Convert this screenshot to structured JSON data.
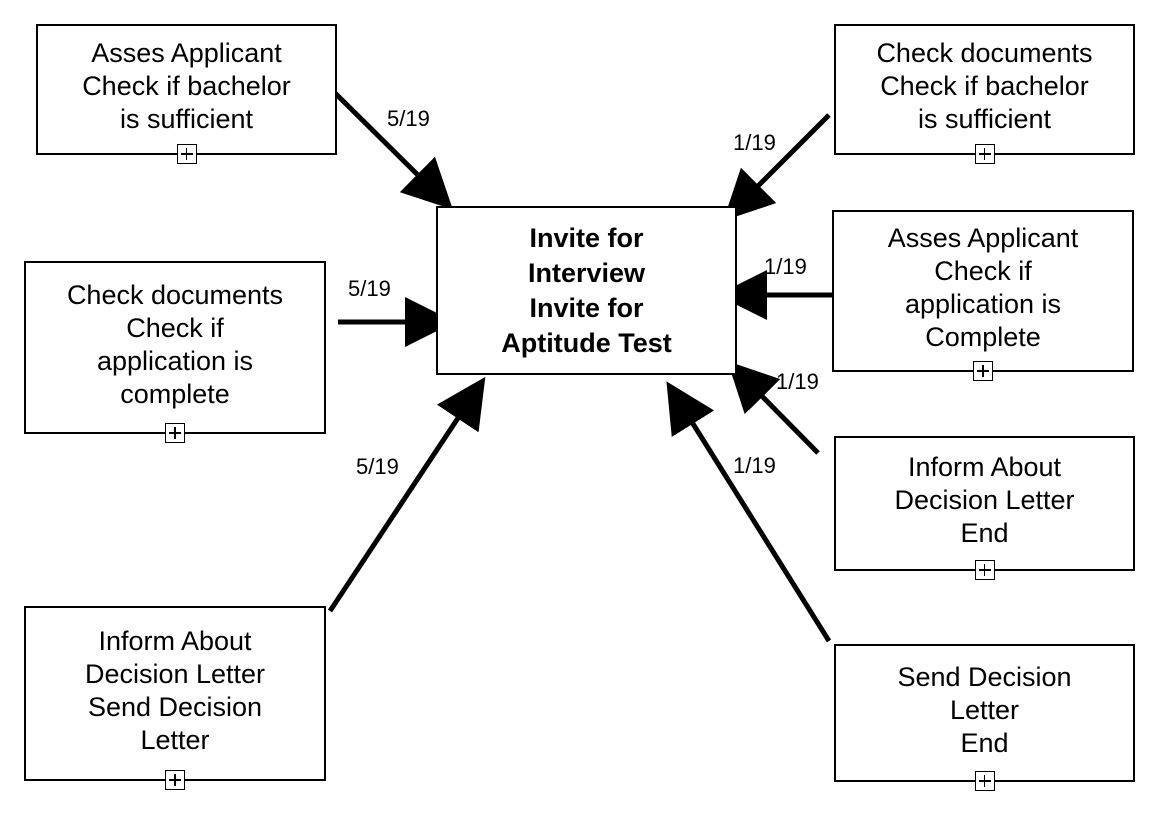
{
  "center": {
    "lines": [
      "Invite for",
      "Interview",
      "Invite for",
      "Aptitude Test"
    ]
  },
  "nodes": [
    {
      "id": "n1",
      "lines": [
        "Asses Applicant",
        "Check if bachelor",
        "is sufficient"
      ],
      "edge_label": "5/19"
    },
    {
      "id": "n2",
      "lines": [
        "Check documents",
        "Check if",
        "application is",
        "complete"
      ],
      "edge_label": "5/19"
    },
    {
      "id": "n3",
      "lines": [
        "Inform About",
        "Decision Letter",
        "Send Decision",
        "Letter"
      ],
      "edge_label": "5/19"
    },
    {
      "id": "n4",
      "lines": [
        "Check documents",
        "Check if bachelor",
        "is sufficient"
      ],
      "edge_label": "1/19"
    },
    {
      "id": "n5",
      "lines": [
        "Asses Applicant",
        "Check if",
        "application is",
        "Complete"
      ],
      "edge_label": "1/19"
    },
    {
      "id": "n6",
      "lines": [
        "Inform About",
        "Decision Letter",
        "End"
      ],
      "edge_label": "1/19"
    },
    {
      "id": "n7",
      "lines": [
        "Send Decision",
        "Letter",
        "End"
      ],
      "edge_label": "1/19"
    }
  ]
}
